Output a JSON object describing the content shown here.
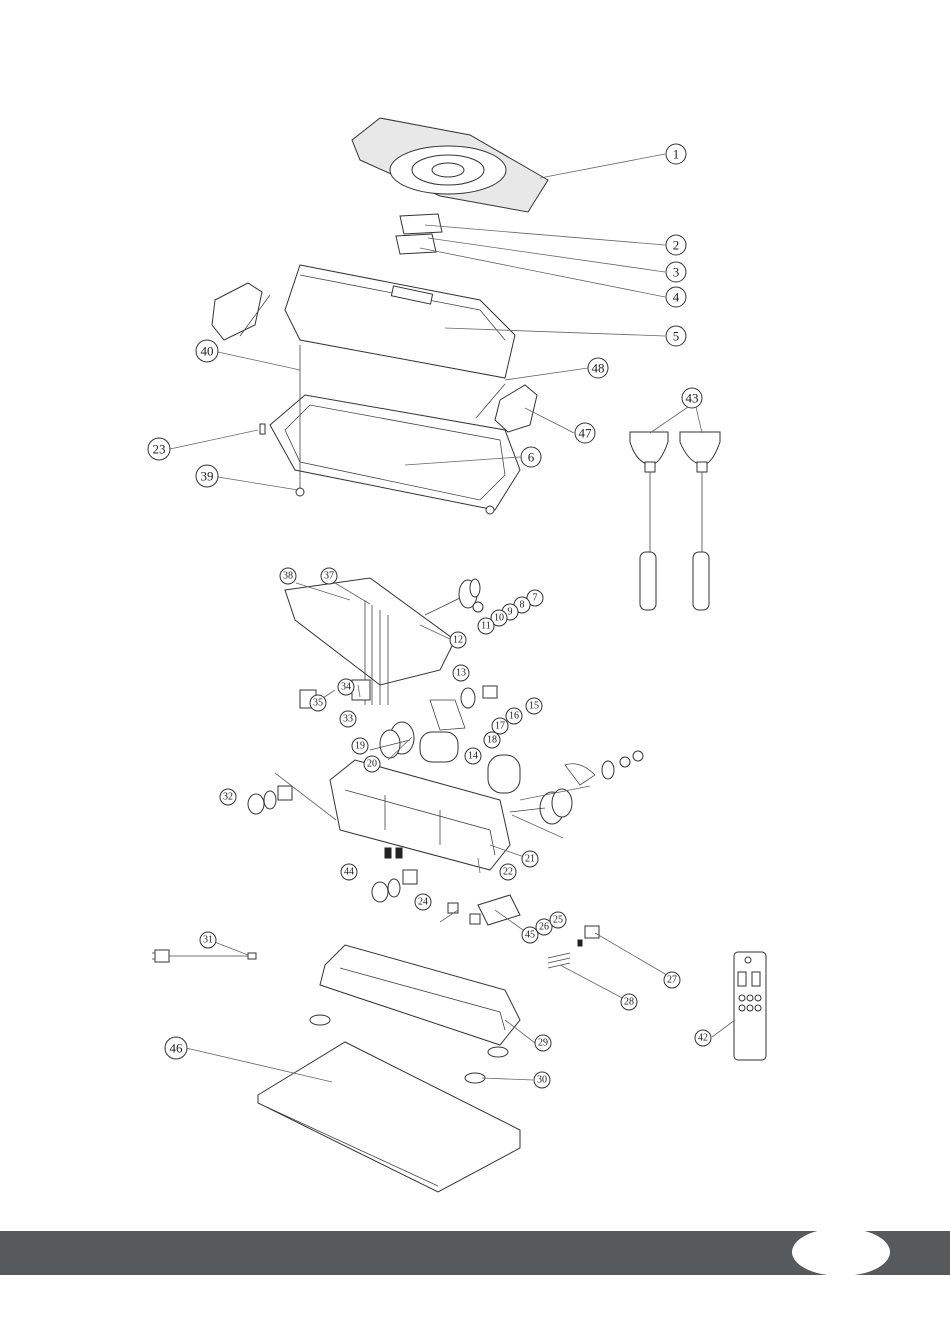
{
  "diagram": {
    "callouts": [
      "1",
      "2",
      "3",
      "4",
      "5",
      "40",
      "48",
      "23",
      "47",
      "6",
      "39",
      "43",
      "38",
      "37",
      "7",
      "8",
      "9",
      "10",
      "11",
      "12",
      "13",
      "15",
      "16",
      "17",
      "18",
      "14",
      "35",
      "34",
      "33",
      "20",
      "19",
      "21",
      "22",
      "32",
      "44",
      "24",
      "45",
      "26",
      "25",
      "27",
      "28",
      "31",
      "29",
      "30",
      "46",
      "42"
    ]
  },
  "footer": {
    "bar_color": "#58595b",
    "page_number": ""
  }
}
